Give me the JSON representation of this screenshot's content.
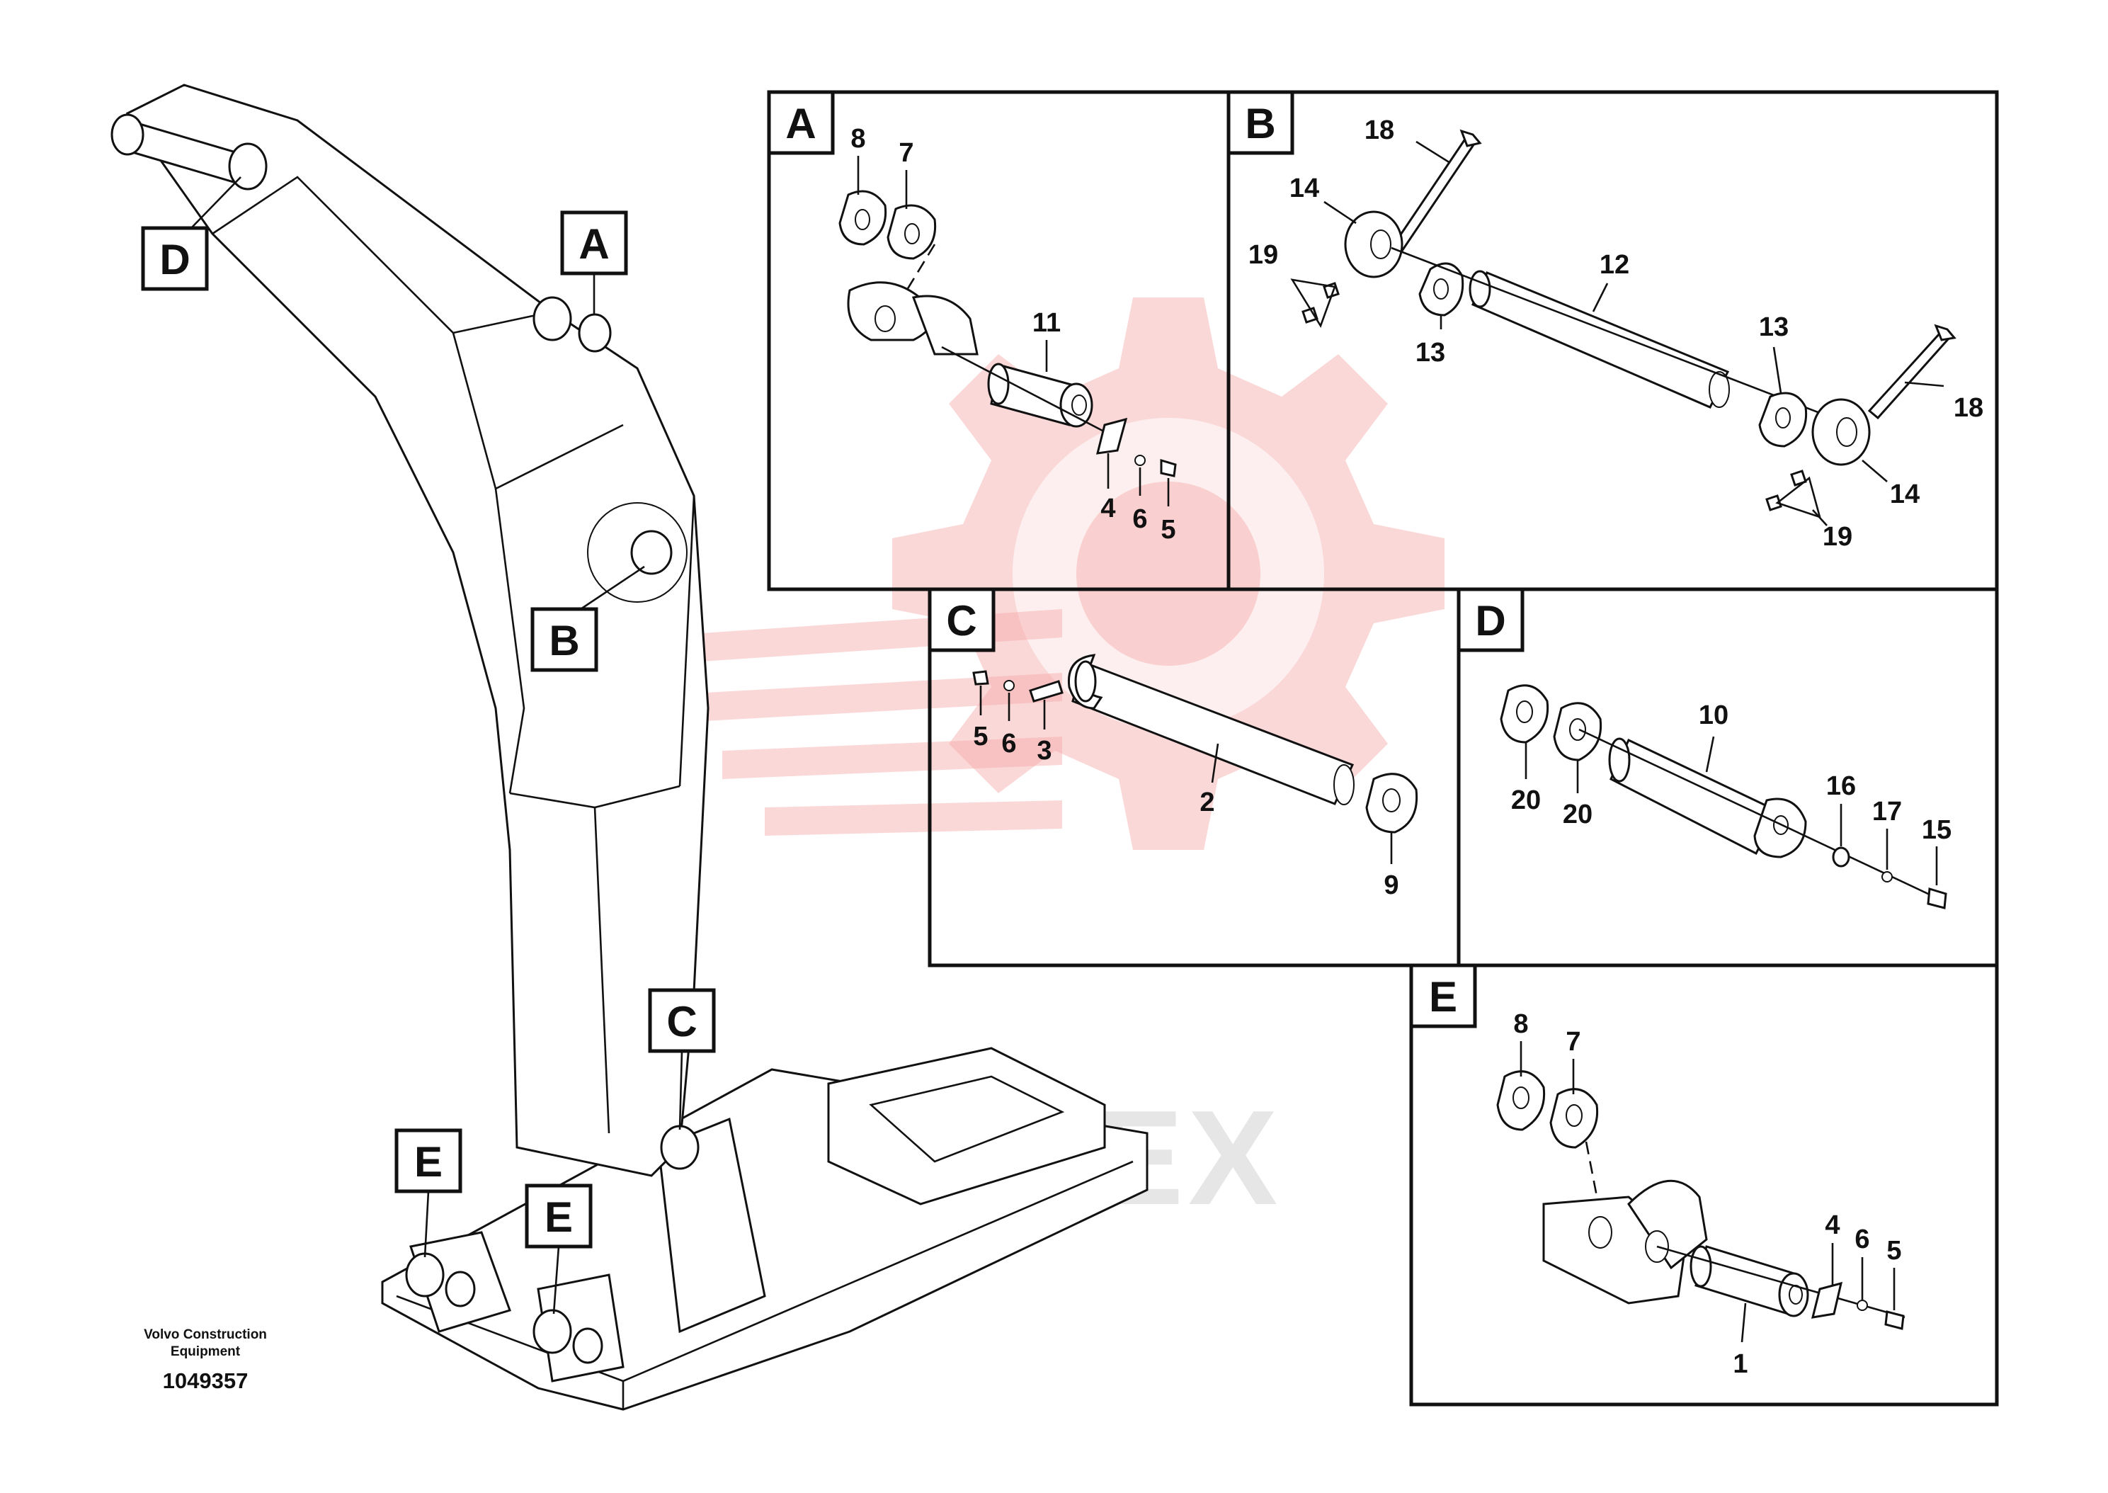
{
  "diagram": {
    "credit_line1": "Volvo Construction",
    "credit_line2": "Equipment",
    "document_number": "1049357",
    "watermark_text": "LIFTEX",
    "callouts": [
      {
        "letter": "D"
      },
      {
        "letter": "A"
      },
      {
        "letter": "B"
      },
      {
        "letter": "C"
      },
      {
        "letter": "E"
      },
      {
        "letter": "E"
      }
    ],
    "panels": [
      {
        "letter": "A",
        "labels": [
          "8",
          "7",
          "11",
          "4",
          "6",
          "5"
        ]
      },
      {
        "letter": "B",
        "labels": [
          "18",
          "14",
          "19",
          "13",
          "12",
          "13",
          "18",
          "14",
          "19"
        ]
      },
      {
        "letter": "C",
        "labels": [
          "5",
          "6",
          "3",
          "2",
          "9"
        ]
      },
      {
        "letter": "D",
        "labels": [
          "10",
          "20",
          "20",
          "16",
          "17",
          "15"
        ]
      },
      {
        "letter": "E",
        "labels": [
          "8",
          "7",
          "4",
          "6",
          "5",
          "1"
        ]
      }
    ]
  }
}
